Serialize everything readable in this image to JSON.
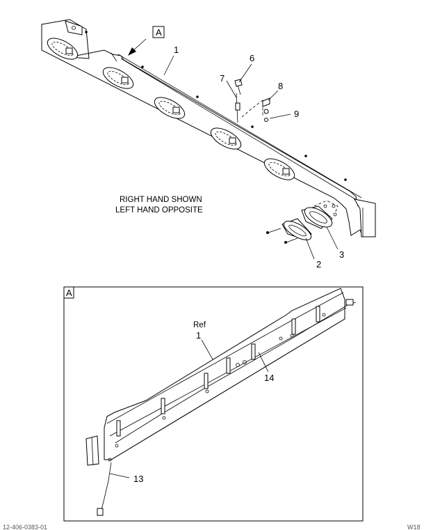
{
  "note": {
    "line1": "RIGHT HAND SHOWN",
    "line2": "LEFT HAND OPPOSITE"
  },
  "view_tag": "A",
  "callouts": {
    "c1": "1",
    "c2": "2",
    "c3": "3",
    "c6": "6",
    "c7": "7",
    "c8": "8",
    "c9": "9",
    "c13": "13",
    "c14": "14"
  },
  "detail": {
    "label": "A",
    "ref_label": "Ref",
    "ref_number": "1"
  },
  "footer": {
    "left": "12-406-0383-01",
    "right": "W18"
  }
}
